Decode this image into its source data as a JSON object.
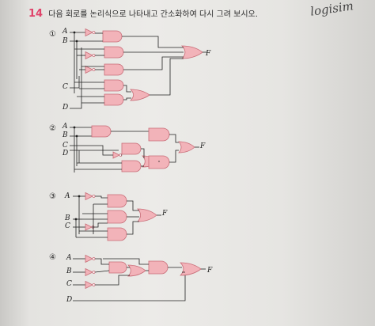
{
  "problem": {
    "number": "14",
    "text": "다음 회로를 논리식으로 나타내고 간소화하여 다시 그려 보시오."
  },
  "handwriting": "logisim",
  "circuits": [
    {
      "marker": "①",
      "inputs": [
        "A",
        "B",
        "C",
        "D"
      ],
      "output": "F"
    },
    {
      "marker": "②",
      "inputs": [
        "A",
        "B",
        "C",
        "D"
      ],
      "output": "F"
    },
    {
      "marker": "③",
      "inputs": [
        "A",
        "B",
        "C"
      ],
      "output": "F"
    },
    {
      "marker": "④",
      "inputs": [
        "A",
        "B",
        "C",
        "D"
      ],
      "output": "F"
    }
  ],
  "colors": {
    "gate_fill": "#f2b3b9",
    "gate_stroke": "#c96d78",
    "wire": "#222222",
    "accent": "#e0436a"
  }
}
